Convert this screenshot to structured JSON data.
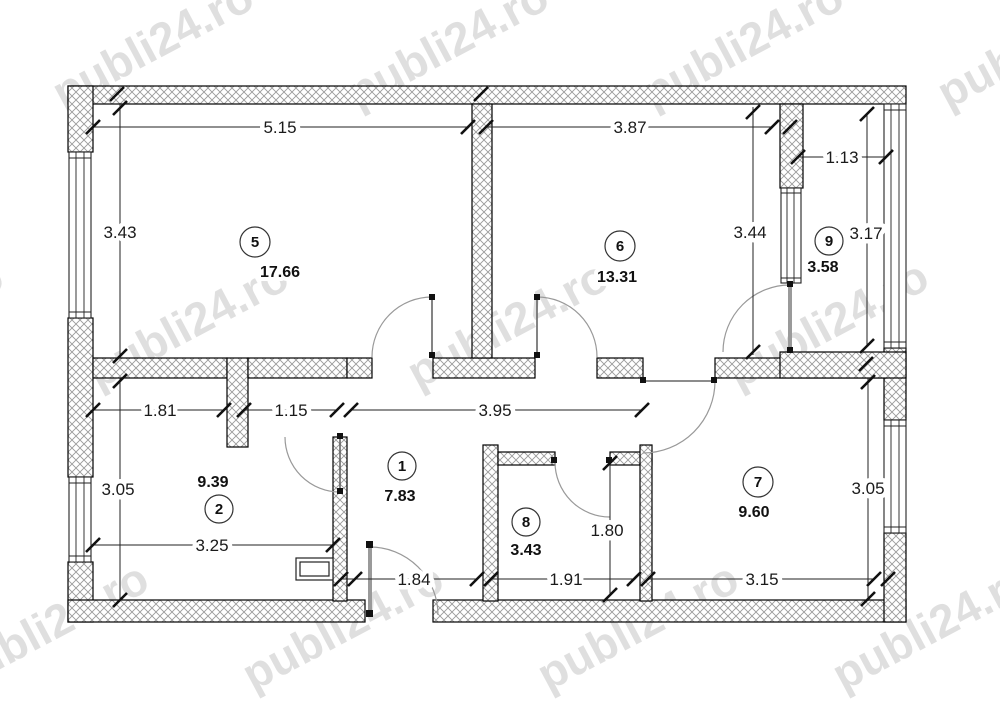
{
  "watermark": "publi24.ro",
  "rooms": [
    {
      "number": "5",
      "area": "17.66"
    },
    {
      "number": "6",
      "area": "13.31"
    },
    {
      "number": "9",
      "area": "3.58"
    },
    {
      "number": "2",
      "area": "9.39"
    },
    {
      "number": "1",
      "area": "7.83"
    },
    {
      "number": "8",
      "area": "3.43"
    },
    {
      "number": "7",
      "area": "9.60"
    }
  ],
  "dims": {
    "room5_w": "5.15",
    "room6_w": "3.87",
    "room9_w": "1.13",
    "room5_h": "3.43",
    "room6_h": "3.44",
    "room9_h": "3.17",
    "seg_181": "1.81",
    "seg_115": "1.15",
    "hall_w": "3.95",
    "room2_h": "3.05",
    "room7_h": "3.05",
    "room2_w": "3.25",
    "room8_h": "1.80",
    "entry_w": "1.84",
    "room8_w": "1.91",
    "room7_w": "3.15"
  }
}
